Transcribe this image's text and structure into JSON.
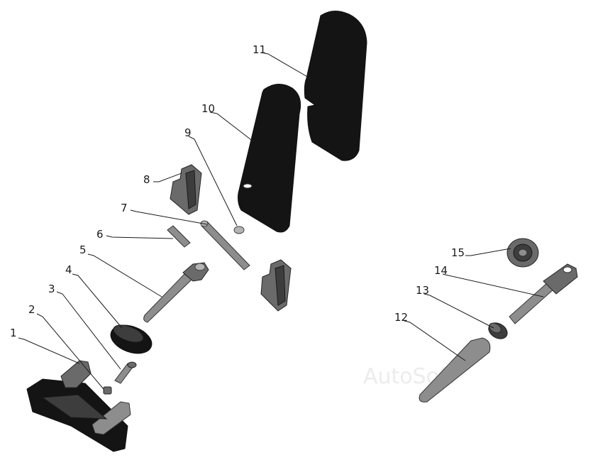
{
  "labels": [
    "1",
    "2",
    "3",
    "4",
    "5",
    "6",
    "7",
    "8",
    "9",
    "10",
    "11",
    "12",
    "13",
    "14",
    "15"
  ],
  "watermark": "AutoSoft"
}
